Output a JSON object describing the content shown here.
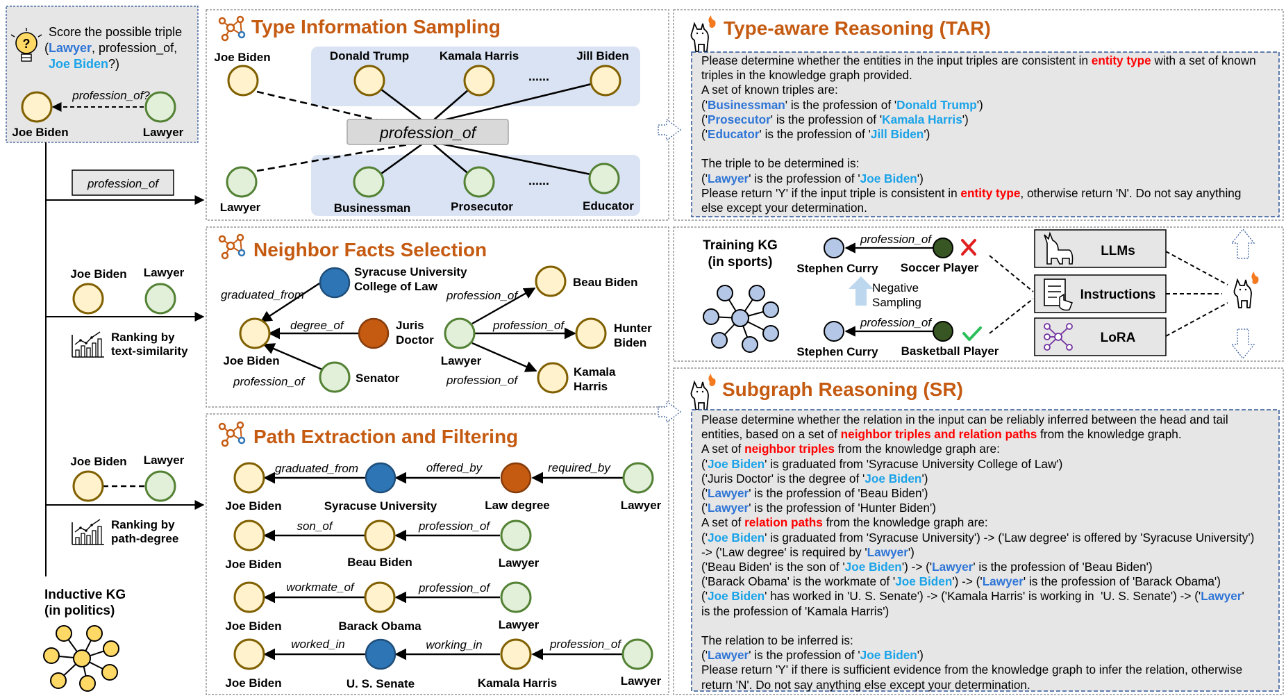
{
  "query": {
    "title_line1": "Score the possible triple",
    "open_paren": "(",
    "lawyer": "Lawyer",
    "mid": ", profession_of,",
    "joe": "Joe Biden",
    "end": "?)",
    "edge_label": "profession_of?",
    "head": "Joe Biden",
    "tail": "Lawyer"
  },
  "left": {
    "relation_box": "profession_of",
    "nf_head": "Joe Biden",
    "nf_tail": "Lawyer",
    "rank_text1": "Ranking by",
    "rank_text2": "text-similarity",
    "pe_head": "Joe Biden",
    "pe_tail": "Lawyer",
    "rank_path1": "Ranking by",
    "rank_path2": "path-degree",
    "kg_title1": "Inductive KG",
    "kg_title2": "(in politics)"
  },
  "type_sampling": {
    "title": "Type Information Sampling",
    "relation": "profession_of",
    "head": "Joe Biden",
    "tail": "Lawyer",
    "top_entities": [
      "Donald Trump",
      "Kamala Harris",
      "Jill Biden"
    ],
    "bottom_entities": [
      "Businessman",
      "Prosecutor",
      "Educator"
    ],
    "dots": "......"
  },
  "neighbor": {
    "title": "Neighbor Facts Selection",
    "center_left": "Joe Biden",
    "syracuse": [
      "Syracuse University",
      "College of Law"
    ],
    "juris": [
      "Juris",
      "Doctor"
    ],
    "senator": "Senator",
    "edges_left": [
      "graduated_from",
      "degree_of",
      "profession_of"
    ],
    "center_right": "Lawyer",
    "beau": "Beau Biden",
    "hunter": [
      "Hunter",
      "Biden"
    ],
    "kamala": [
      "Kamala",
      "Harris"
    ],
    "edges_right": [
      "profession_of",
      "profession_of",
      "profession_of"
    ]
  },
  "paths": {
    "title": "Path Extraction and Filtering",
    "rows": [
      {
        "nodes": [
          "Joe Biden",
          "Syracuse University",
          "Law degree",
          "Lawyer"
        ],
        "edges": [
          "graduated_from",
          "offered_by",
          "required_by"
        ]
      },
      {
        "nodes": [
          "Joe Biden",
          "Beau Biden",
          "Lawyer"
        ],
        "edges": [
          "son_of",
          "profession_of"
        ]
      },
      {
        "nodes": [
          "Joe Biden",
          "Barack Obama",
          "Lawyer"
        ],
        "edges": [
          "workmate_of",
          "profession_of"
        ]
      },
      {
        "nodes": [
          "Joe Biden",
          "U. S. Senate",
          "Kamala Harris",
          "Lawyer"
        ],
        "edges": [
          "worked_in",
          "working_in",
          "profession_of"
        ]
      }
    ]
  },
  "tar": {
    "title": "Type-aware Reasoning (TAR)",
    "l1a": "Please determine whether the entities in the input triples are consistent in ",
    "l1b": "entity type",
    "l1c": " with a set of known",
    "l2": "triples in the knowledge graph provided.",
    "l3": "A set of known triples are:",
    "t1a": "Businessman",
    "t1b": "Donald Trump",
    "t2a": "Prosecutor",
    "t2b": "Kamala Harris",
    "t3a": "Educator",
    "t3b": "Jill Biden",
    "is_prof": "' is the profession of '",
    "l7": "The triple to be determined is:",
    "q1": "Lawyer",
    "q2": "Joe Biden",
    "l9a": "Please return 'Y' if the input triple is consistent in ",
    "l9b": "entity type",
    "l9c": ", otherwise return 'N'. Do not say anything",
    "l10": "else except your determination."
  },
  "training": {
    "kg_title1": "Training KG",
    "kg_title2": "(in sports)",
    "neg_head": "Stephen Curry",
    "neg_tail": "Soccer Player",
    "neg_edge": "profession_of",
    "neg_label1": "Negative",
    "neg_label2": "Sampling",
    "pos_head": "Stephen Curry",
    "pos_tail": "Basketball Player",
    "pos_edge": "profession_of",
    "boxes": [
      "LLMs",
      "Instructions",
      "LoRA"
    ]
  },
  "sr": {
    "title": "Subgraph Reasoning (SR)",
    "l1": "Please determine whether the relation in the input can be reliably inferred between the head and tail",
    "l2a": "entities, based on a set of ",
    "l2b": "neighbor triples and relation paths",
    "l2c": " from the knowledge graph.",
    "l3a": "A set of ",
    "l3b": "neighbor triples",
    "l3c": " from the knowledge graph are:",
    "n1b": "' is graduated from 'Syracuse University College of Law')",
    "n2a": "('Juris Doctor' is the degree of '",
    "n3b": "' is the profession of 'Beau Biden')",
    "n4b": "' is the profession of 'Hunter Biden')",
    "l8a": "A set of ",
    "l8b": "relation paths",
    "l8c": " from the knowledge graph are:",
    "p1b": "' is graduated from 'Syracuse University') -> ('Law degree' is offered by 'Syracuse University')",
    "p2a": "-> ('Law degree' is required by '",
    "p3a": "('Beau Biden' is the son of '",
    "p3b": "') -> ('",
    "p3c": "' is the profession of 'Beau Biden')",
    "p4a": "('Barack Obama' is the workmate of '",
    "p4b": "') -> ('",
    "p4c": "' is the profession of 'Barack Obama')",
    "p5b": "' has worked in 'U. S. Senate') -> ('Kamala Harris' is working in  'U. S. Senate') -> ('",
    "p6": "is the profession of 'Kamala Harris')",
    "l15": "The relation to be inferred is:",
    "q1": "Lawyer",
    "q2": "Joe Biden",
    "l17": "Please return 'Y' if there is sufficient evidence from the knowledge graph to infer the relation, otherwise",
    "l18": "return 'N'. Do not say anything else except your determination.",
    "lawyer": "Lawyer",
    "joe": "Joe Biden"
  },
  "colors": {
    "title_orange": "#C55A11",
    "node_yellow_fill": "#FFF2CC",
    "node_yellow_stroke": "#806000",
    "node_green_fill": "#E2F0D9",
    "node_green_stroke": "#548235",
    "node_blue": "#2E75B6",
    "node_orange": "#C55A11",
    "panel_blue": "#DAE3F3",
    "gray_box": "#E7E6E6",
    "blue_text": "#2E75D6",
    "light_blue_text": "#1AA3E8",
    "red_text": "#FF0000"
  }
}
